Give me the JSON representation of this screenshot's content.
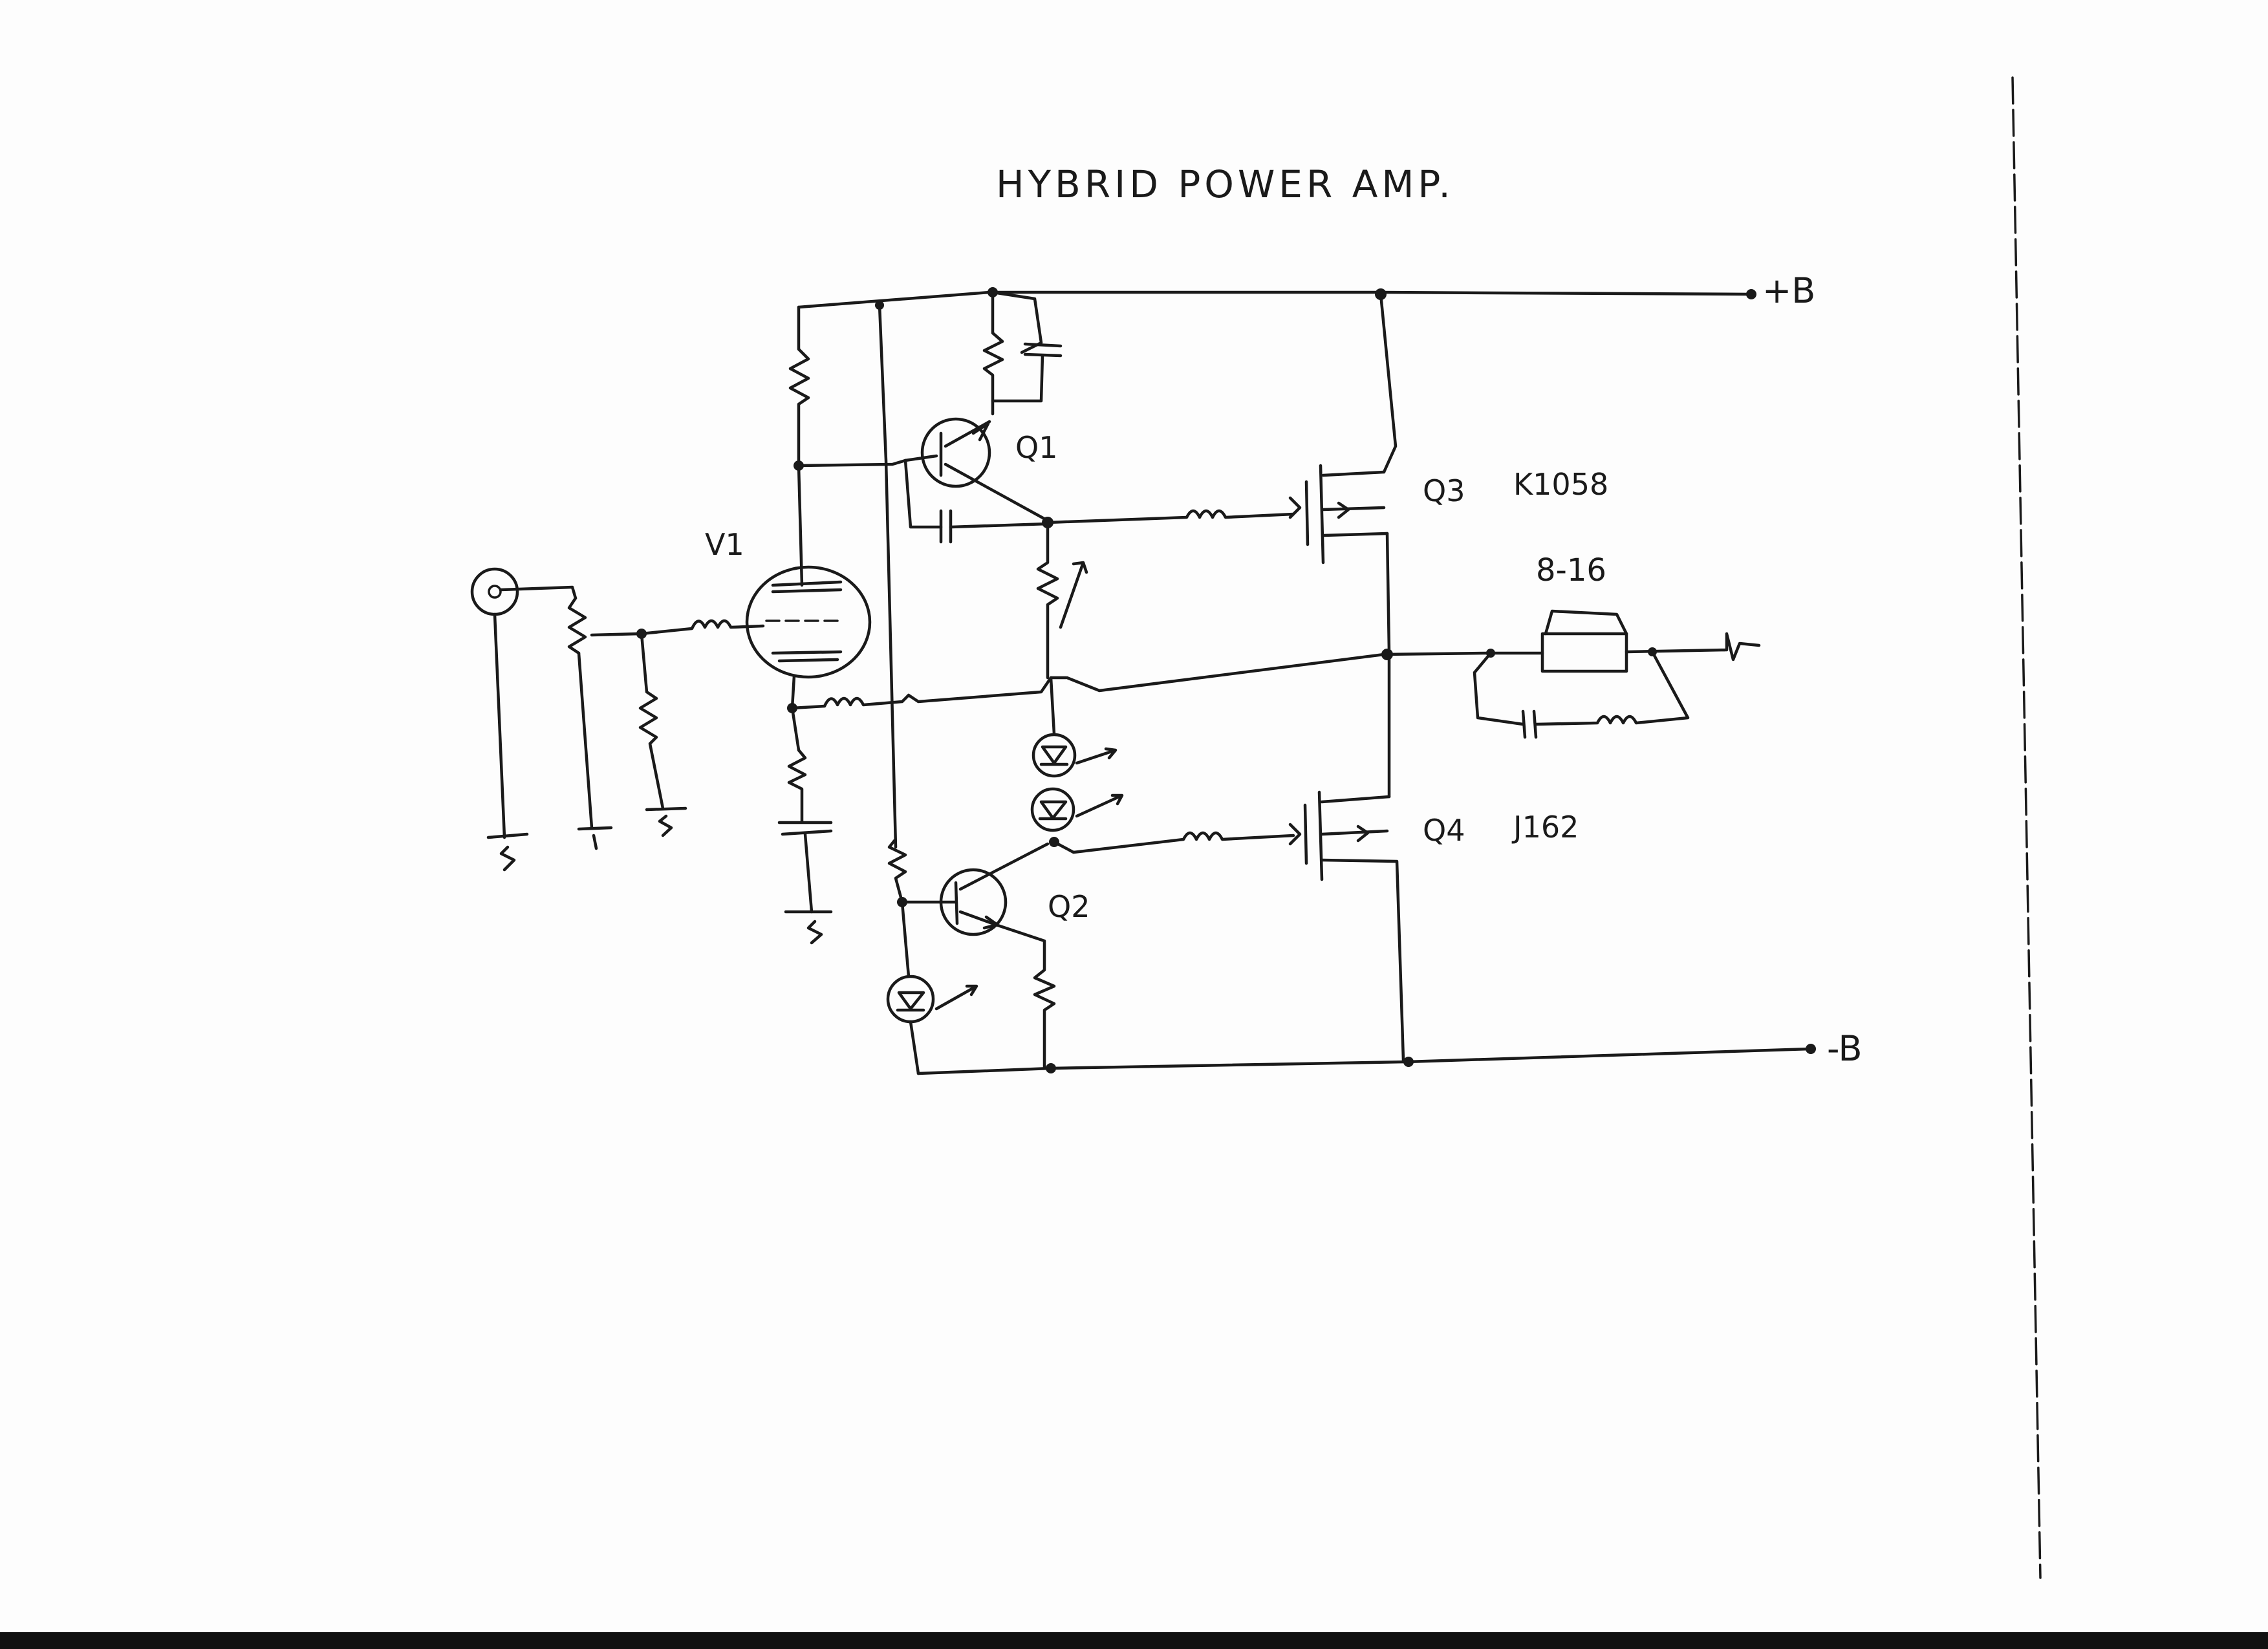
{
  "title": "HYBRID POWER AMP.",
  "labels": {
    "supply_pos": "+B",
    "supply_neg": "-B",
    "q1": "Q1",
    "q2": "Q2",
    "q3": "Q3",
    "q3_part": "K1058",
    "q4": "Q4",
    "q4_part": "J162",
    "v1": "V1",
    "speaker_impedance": "8-16"
  }
}
